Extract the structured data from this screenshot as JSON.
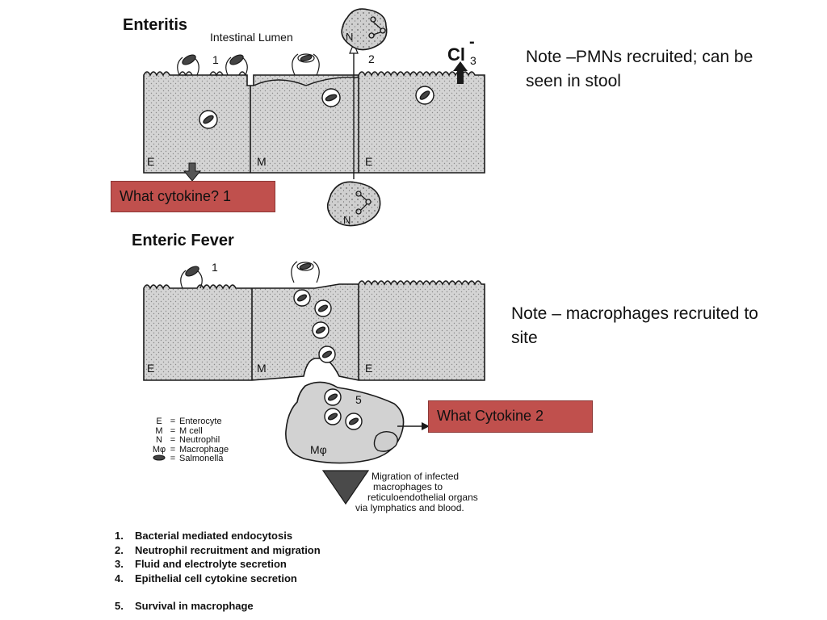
{
  "enteritis": {
    "title": "Enteritis",
    "lumen_label": "Intestinal Lumen",
    "step1": "1",
    "step2": "2",
    "step3": "3",
    "chloride": "Cl",
    "chloride_charge": "-",
    "cell_E_left": "E",
    "cell_M": "M",
    "cell_E_right": "E",
    "neutrophil_top": "N",
    "neutrophil_bottom": "N"
  },
  "enteric_fever": {
    "title": "Enteric Fever",
    "step1": "1",
    "step5": "5",
    "cell_E_left": "E",
    "cell_M": "M",
    "cell_E_right": "E",
    "macrophage_label": "Mφ",
    "migration_text": [
      "Migration of infected",
      "macrophages to",
      "reticuloendothelial organs",
      "via lymphatics and blood."
    ]
  },
  "notes": {
    "note1": [
      "Note –PMNs recruited; can be",
      "seen in stool"
    ],
    "note2": [
      "Note – macrophages recruited to",
      "site"
    ]
  },
  "callouts": {
    "cytokine1": "What cytokine? 1",
    "cytokine2": "What Cytokine 2"
  },
  "legend": [
    {
      "key": "E",
      "value": "Enterocyte"
    },
    {
      "key": "M",
      "value": "M cell"
    },
    {
      "key": "N",
      "value": "Neutrophil"
    },
    {
      "key": "Mφ",
      "value": "Macrophage"
    },
    {
      "key": "",
      "value": "Salmonella"
    }
  ],
  "steps": [
    {
      "num": "1.",
      "text": "Bacterial mediated endocytosis"
    },
    {
      "num": "2.",
      "text": "Neutrophil recruitment and migration"
    },
    {
      "num": "3.",
      "text": "Fluid and electrolyte secretion"
    },
    {
      "num": "4.",
      "text": "Epithelial cell cytokine secretion"
    },
    {
      "num": "5.",
      "text": "Survival in macrophage"
    }
  ],
  "colors": {
    "cell_fill": "#d6d6d6",
    "outline": "#1a1a1a",
    "callout_red": "#c0504d",
    "arrow_dark": "#555555"
  }
}
